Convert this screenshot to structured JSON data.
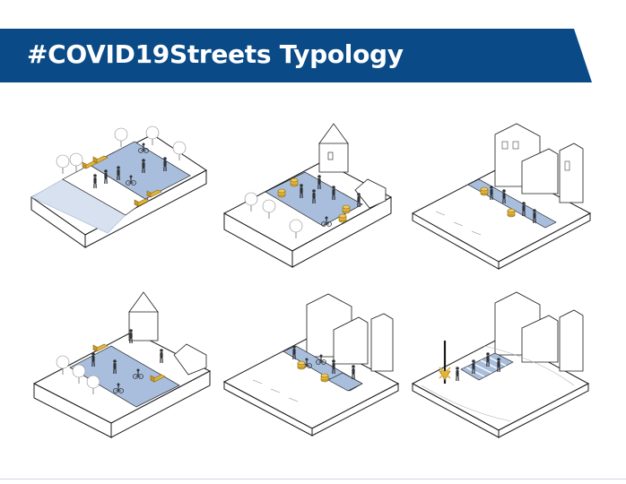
{
  "header": {
    "title": "#COVID19Streets Typology",
    "color": "#0a4b87",
    "text_color": "#ffffff"
  },
  "palette": {
    "street_fill": "#a9bedd",
    "furniture": "#e2b43a",
    "line": "#1b1b1b",
    "people": "#2f3236"
  },
  "tiles": [
    {
      "id": "1",
      "icon": "park-plaza-street-diagram"
    },
    {
      "id": "2",
      "icon": "church-plaza-street-diagram"
    },
    {
      "id": "3",
      "icon": "residential-sidewalk-diagram"
    },
    {
      "id": "4",
      "icon": "church-plaza-bike-street-diagram"
    },
    {
      "id": "5",
      "icon": "bike-lane-street-diagram"
    },
    {
      "id": "6",
      "icon": "crosswalk-intersection-diagram"
    }
  ]
}
